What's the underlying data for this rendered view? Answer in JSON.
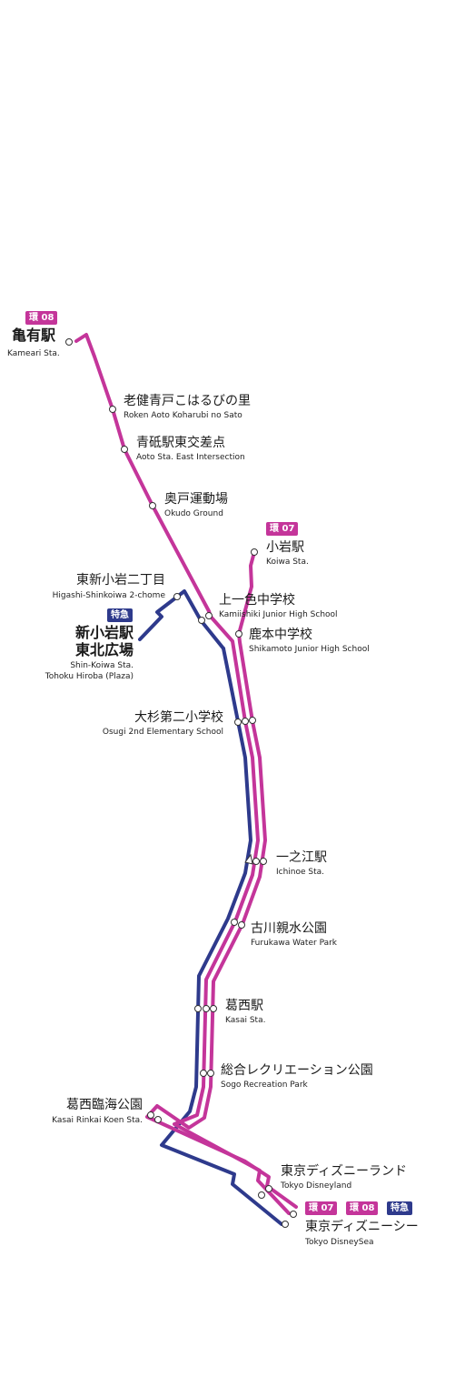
{
  "colors": {
    "route_magenta": "#c4359a",
    "route_navy": "#2e3a8c",
    "stop_fill": "#ffffff"
  },
  "badges": {
    "kan07": "環 07",
    "kan08": "環 08",
    "express": "特急"
  },
  "stops": {
    "kameari": {
      "ja": "亀有駅",
      "en": "Kameari Sta."
    },
    "roken": {
      "ja": "老健青戸こはるびの里",
      "en": "Roken Aoto Koharubi no Sato"
    },
    "aoto": {
      "ja": "青砥駅東交差点",
      "en": "Aoto Sta. East Intersection"
    },
    "okudo": {
      "ja": "奥戸運動場",
      "en": "Okudo Ground"
    },
    "koiwa": {
      "ja": "小岩駅",
      "en": "Koiwa Sta."
    },
    "higashi_shinkoiwa": {
      "ja": "東新小岩二丁目",
      "en": "Higashi-Shinkoiwa 2-chome"
    },
    "shinkoiwa": {
      "ja1": "新小岩駅",
      "ja2": "東北広場",
      "en1": "Shin-Koiwa Sta.",
      "en2": "Tohoku Hiroba (Plaza)"
    },
    "kamiishiki": {
      "ja": "上一色中学校",
      "en": "Kamiishiki Junior High School"
    },
    "shikamoto": {
      "ja": "鹿本中学校",
      "en": "Shikamoto Junior High School"
    },
    "osugi": {
      "ja": "大杉第二小学校",
      "en": "Osugi 2nd Elementary School"
    },
    "ichinoe": {
      "ja": "一之江駅",
      "en": "Ichinoe Sta."
    },
    "furukawa": {
      "ja": "古川親水公園",
      "en": "Furukawa Water Park"
    },
    "kasai": {
      "ja": "葛西駅",
      "en": "Kasai Sta."
    },
    "sogo": {
      "ja": "総合レクリエーション公園",
      "en": "Sogo Recreation Park"
    },
    "kasai_rinkai": {
      "ja": "葛西臨海公園",
      "en": "Kasai Rinkai Koen Sta."
    },
    "disneyland": {
      "ja": "東京ディズニーランド",
      "en": "Tokyo Disneyland"
    },
    "disneysea": {
      "ja": "東京ディズニーシー",
      "en": "Tokyo DisneySea"
    }
  }
}
